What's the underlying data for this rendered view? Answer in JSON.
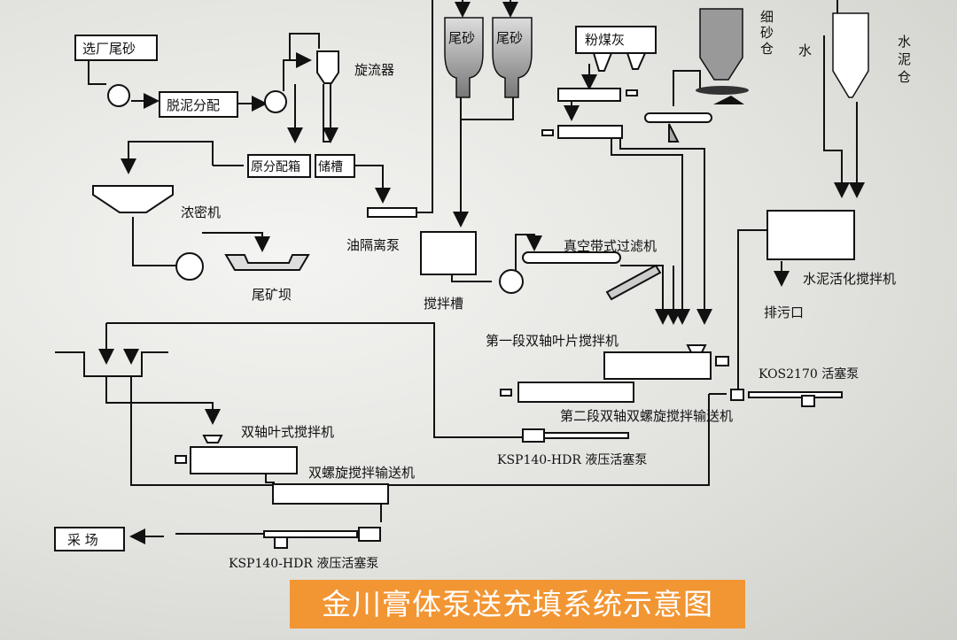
{
  "diagram": {
    "nodes": {
      "tailings": "选厂尾砂",
      "desliming": "脱泥分配",
      "cyclone": "旋流器",
      "primary_box": "原分配箱",
      "storage": "储槽",
      "thickener": "浓密机",
      "oil_pump": "油隔离泵",
      "tailings_dam": "尾矿坝",
      "sand_bin_1": "尾砂",
      "sand_bin_2": "尾砂",
      "fly_ash": "粉煤灰",
      "fine_sand_bin": "细砂仓",
      "water": "水",
      "cement_bin": "水泥仓",
      "agitator_tank": "搅拌槽",
      "vacuum_filter": "真空带式过滤机",
      "cement_mixer": "水泥活化搅拌机",
      "drain": "排污口",
      "stage1_mixer": "第一段双轴叶片搅拌机",
      "kos_pump": "KOS2170 活塞泵",
      "stage2_mixer": "第二段双轴双螺旋搅拌输送机",
      "ksp_pump_1": "KSP140-HDR 液压活塞泵",
      "twin_shaft_mixer": "双轴叶式搅拌机",
      "screw_conveyor": "双螺旋搅拌输送机",
      "stope": "采  场",
      "ksp_pump_2": "KSP140-HDR 液压活塞泵"
    }
  },
  "caption": "金川膏体泵送充填系统示意图",
  "colors": {
    "caption_bg": "#f29533",
    "line": "#111111"
  }
}
